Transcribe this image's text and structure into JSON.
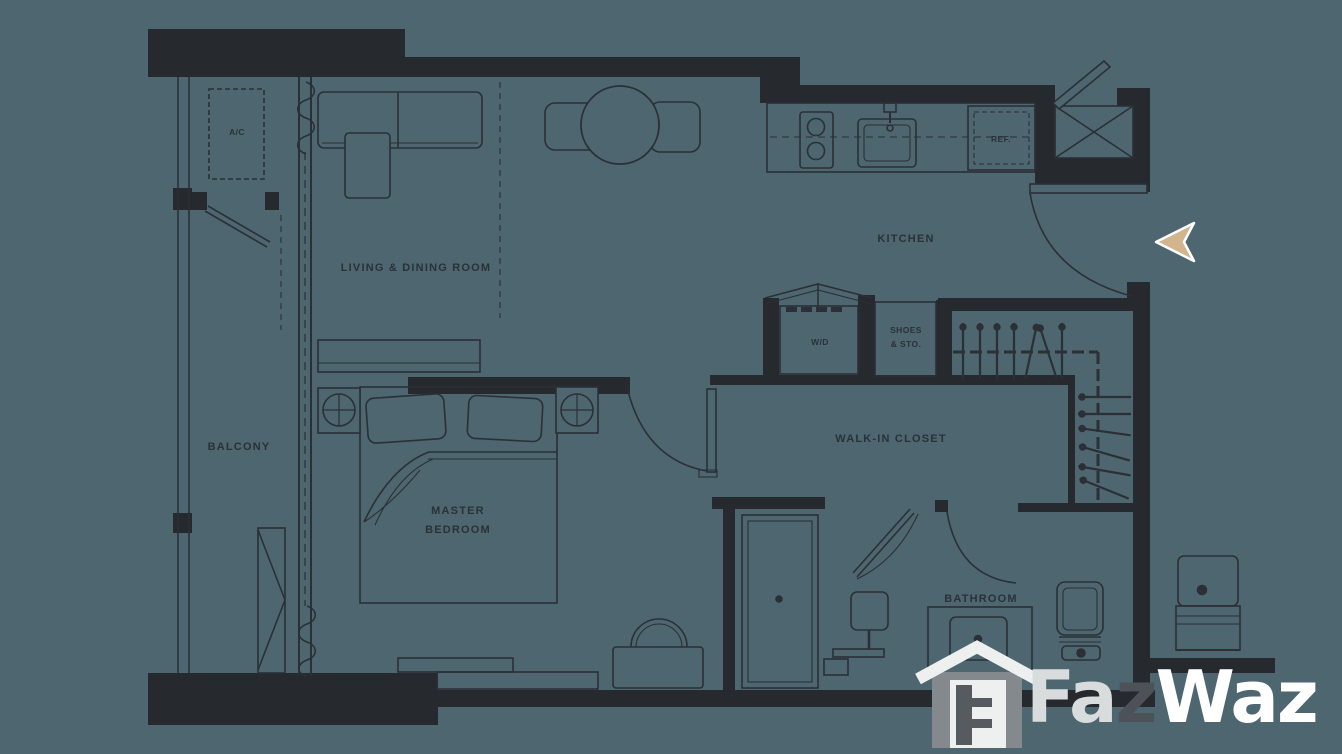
{
  "colors": {
    "background": "#4d6670",
    "wall": "#26292e",
    "line": "#2b3036",
    "label": "#2b3138"
  },
  "labels": {
    "balcony": "BALCONY",
    "living_dining": "LIVING & DINING ROOM",
    "kitchen": "KITCHEN",
    "master_line1": "MASTER",
    "master_line2": "BEDROOM",
    "walk_in_closet": "WALK-IN CLOSET",
    "bathroom": "BATHROOM",
    "ac": "A/C",
    "wd": "W/D",
    "shoes_line1": "SHOES",
    "shoes_line2": "& STO.",
    "ref": "REF."
  },
  "entrance_arrow": {
    "fill": "#d2b48f",
    "stroke": "#ffffff"
  },
  "watermark": {
    "segments": [
      {
        "text": "Fa",
        "color": "#d9dcdd"
      },
      {
        "text": "z",
        "color": "#4c5257"
      },
      {
        "text": "Waz",
        "color": "#ffffff"
      }
    ],
    "house": {
      "body": "#84898d",
      "roof": "#eef0f0",
      "doorway": "#eef0f0",
      "door": "#565b60"
    }
  }
}
